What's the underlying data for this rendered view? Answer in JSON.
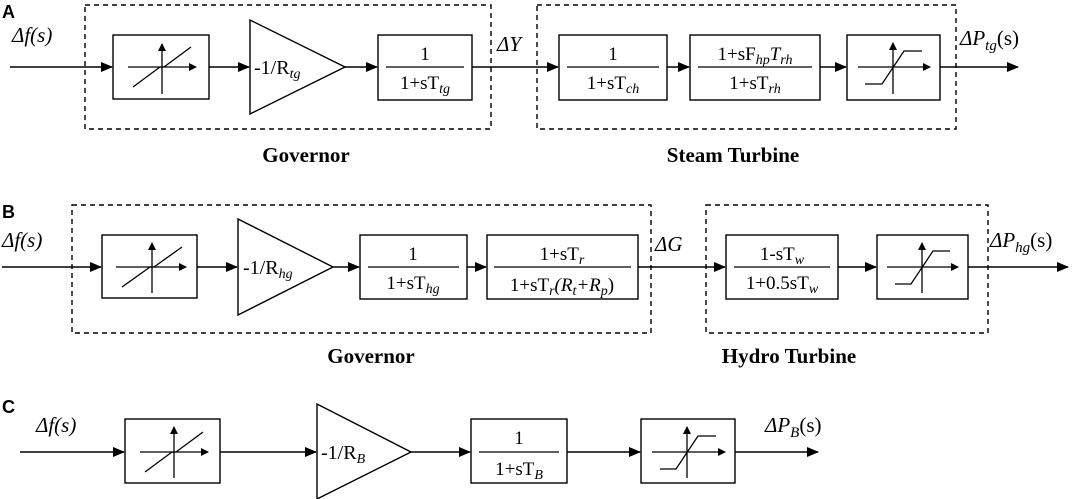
{
  "panels": {
    "a": {
      "label": "A",
      "input": "Δf(s)",
      "gain": "-1/R",
      "gain_sub": "tg",
      "lag": {
        "num": "1",
        "den": "1+sT",
        "den_sub": "tg"
      },
      "mid_signal": "ΔY",
      "ch": {
        "num": "1",
        "den": "1+sT",
        "den_sub": "ch"
      },
      "reheat": {
        "num_pre": "1+sF",
        "num_sub1": "hp",
        "num_mid": "T",
        "num_sub2": "rh",
        "den": "1+sT",
        "den_sub": "rh"
      },
      "output": "ΔP",
      "output_sub": "tg",
      "output_suffix": "(s)",
      "group_left": "Governor",
      "group_right": "Steam Turbine"
    },
    "b": {
      "label": "B",
      "input": "Δf(s)",
      "gain": "-1/R",
      "gain_sub": "hg",
      "lag": {
        "num": "1",
        "den": "1+sT",
        "den_sub": "hg"
      },
      "comp": {
        "num": "1+sT",
        "num_sub": "r",
        "den_pre": "1+sT",
        "den_sub1": "r",
        "den_mid": "(R",
        "den_sub2": "t",
        "den_mid2": "+R",
        "den_sub3": "p",
        "den_end": ")"
      },
      "mid_signal": "ΔG",
      "water": {
        "num": "1-sT",
        "num_sub": "w",
        "den": "1+0.5sT",
        "den_sub": "w"
      },
      "output": "ΔP",
      "output_sub": "hg",
      "output_suffix": "(s)",
      "group_left": "Governor",
      "group_right": "Hydro Turbine"
    },
    "c": {
      "label": "C",
      "input": "Δf(s)",
      "gain": "-1/R",
      "gain_sub": "B",
      "lag": {
        "num": "1",
        "den": "1+sT",
        "den_sub": "B"
      },
      "output": "ΔP",
      "output_sub": "B",
      "output_suffix": "(s)"
    }
  }
}
